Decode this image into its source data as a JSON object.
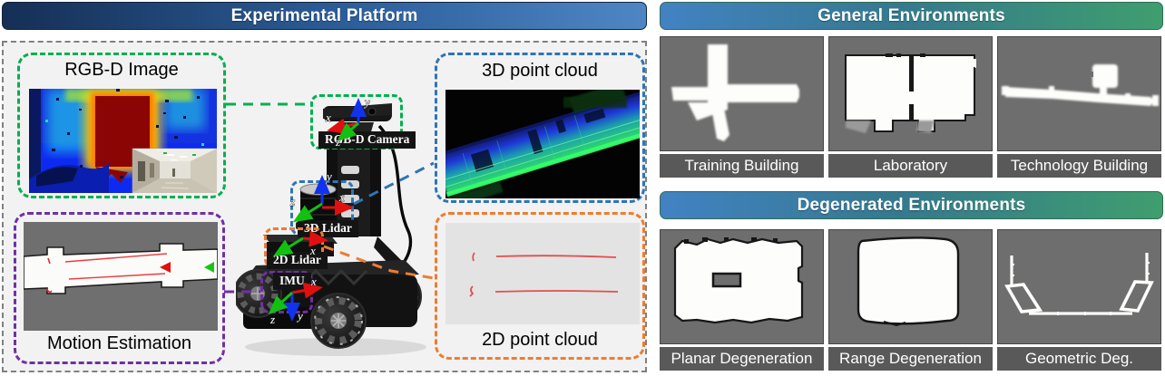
{
  "left": {
    "header": "Experimental Platform",
    "boxes": {
      "rgbd": {
        "label": "RGB-D Image"
      },
      "pc3d": {
        "label": "3D point cloud"
      },
      "motion": {
        "label": "Motion Estimation"
      },
      "pc2d": {
        "label": "2D point cloud"
      }
    },
    "sensors": {
      "camera": {
        "label": "RGB-D Camera"
      },
      "lidar3d": {
        "label": "3D Lidar"
      },
      "lidar2d": {
        "label": "2D Lidar"
      },
      "imu": {
        "label": "IMU"
      }
    },
    "axes": {
      "x": "x",
      "y": "y",
      "z": "z"
    }
  },
  "right": {
    "general": {
      "header": "General Environments",
      "tiles": [
        {
          "label": "Training Building"
        },
        {
          "label": "Laboratory"
        },
        {
          "label": "Technology Building"
        }
      ]
    },
    "degenerated": {
      "header": "Degenerated Environments",
      "tiles": [
        {
          "label": "Planar Degeneration"
        },
        {
          "label": "Range Degeneration"
        },
        {
          "label": "Geometric Deg."
        }
      ]
    }
  },
  "colors": {
    "left_header_gradient": [
      "#152f55",
      "#4e86c4"
    ],
    "right_header_gradient": [
      "#4282c3",
      "#3f9e6e"
    ],
    "rgbd_box_border": "#00b050",
    "pc3d_box_border": "#2e75b6",
    "motion_box_border": "#7030a0",
    "pc2d_box_border": "#ed7d31",
    "map_bg": "#6e6e6e",
    "map_label_bg": "#595959"
  }
}
